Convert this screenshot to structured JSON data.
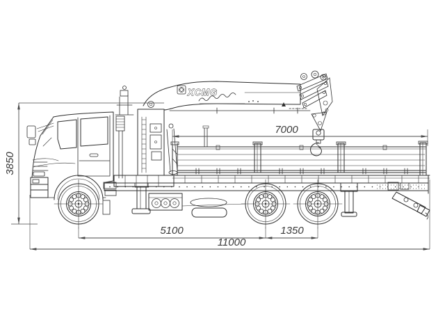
{
  "drawing": {
    "subject": "truck-mounted-crane-side-view-dimensional-drawing"
  },
  "branding": {
    "crane_logo": "XCMG"
  },
  "dimensions": {
    "overall_height_mm": "3850",
    "platform_length_mm": "7000",
    "wheelbase_mm": "5100",
    "rear_axle_spacing_mm": "1350",
    "overall_length_mm": "11000"
  },
  "colors": {
    "background": "#ffffff",
    "drawing_line": "#2e2e2e",
    "dimension_line": "#4a4a4a",
    "dimension_text": "#3a3a3a"
  }
}
